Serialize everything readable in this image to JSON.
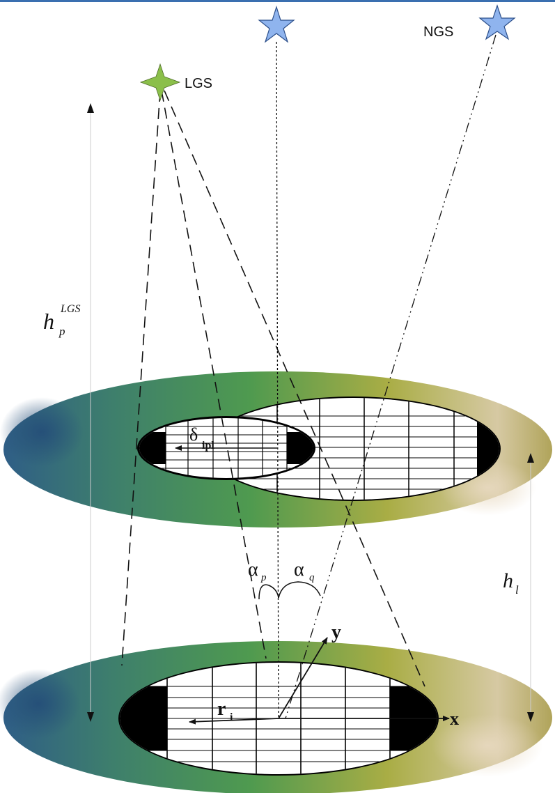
{
  "labels": {
    "lgs": "LGS",
    "ngs": "NGS",
    "h_main": "h",
    "h_sub": "p",
    "h_sup": "LGS",
    "hl_main": "h",
    "hl_sub": "l",
    "alpha": "α",
    "alpha_p_sub": "p",
    "alpha_q_sub": "q",
    "delta": "δ",
    "delta_sub": "ipl",
    "r": "r",
    "r_sub": "i",
    "x": "x",
    "y": "y"
  },
  "colors": {
    "lgs_star": "#8bbf4a",
    "ngs_star": "#8fb4ee",
    "layer_blue": "#2f5e86",
    "layer_green": "#4f9a4f",
    "layer_yellow": "#b8b04a",
    "layer_tan": "#d8c8a8",
    "title_bar": "#3a6fb0"
  }
}
